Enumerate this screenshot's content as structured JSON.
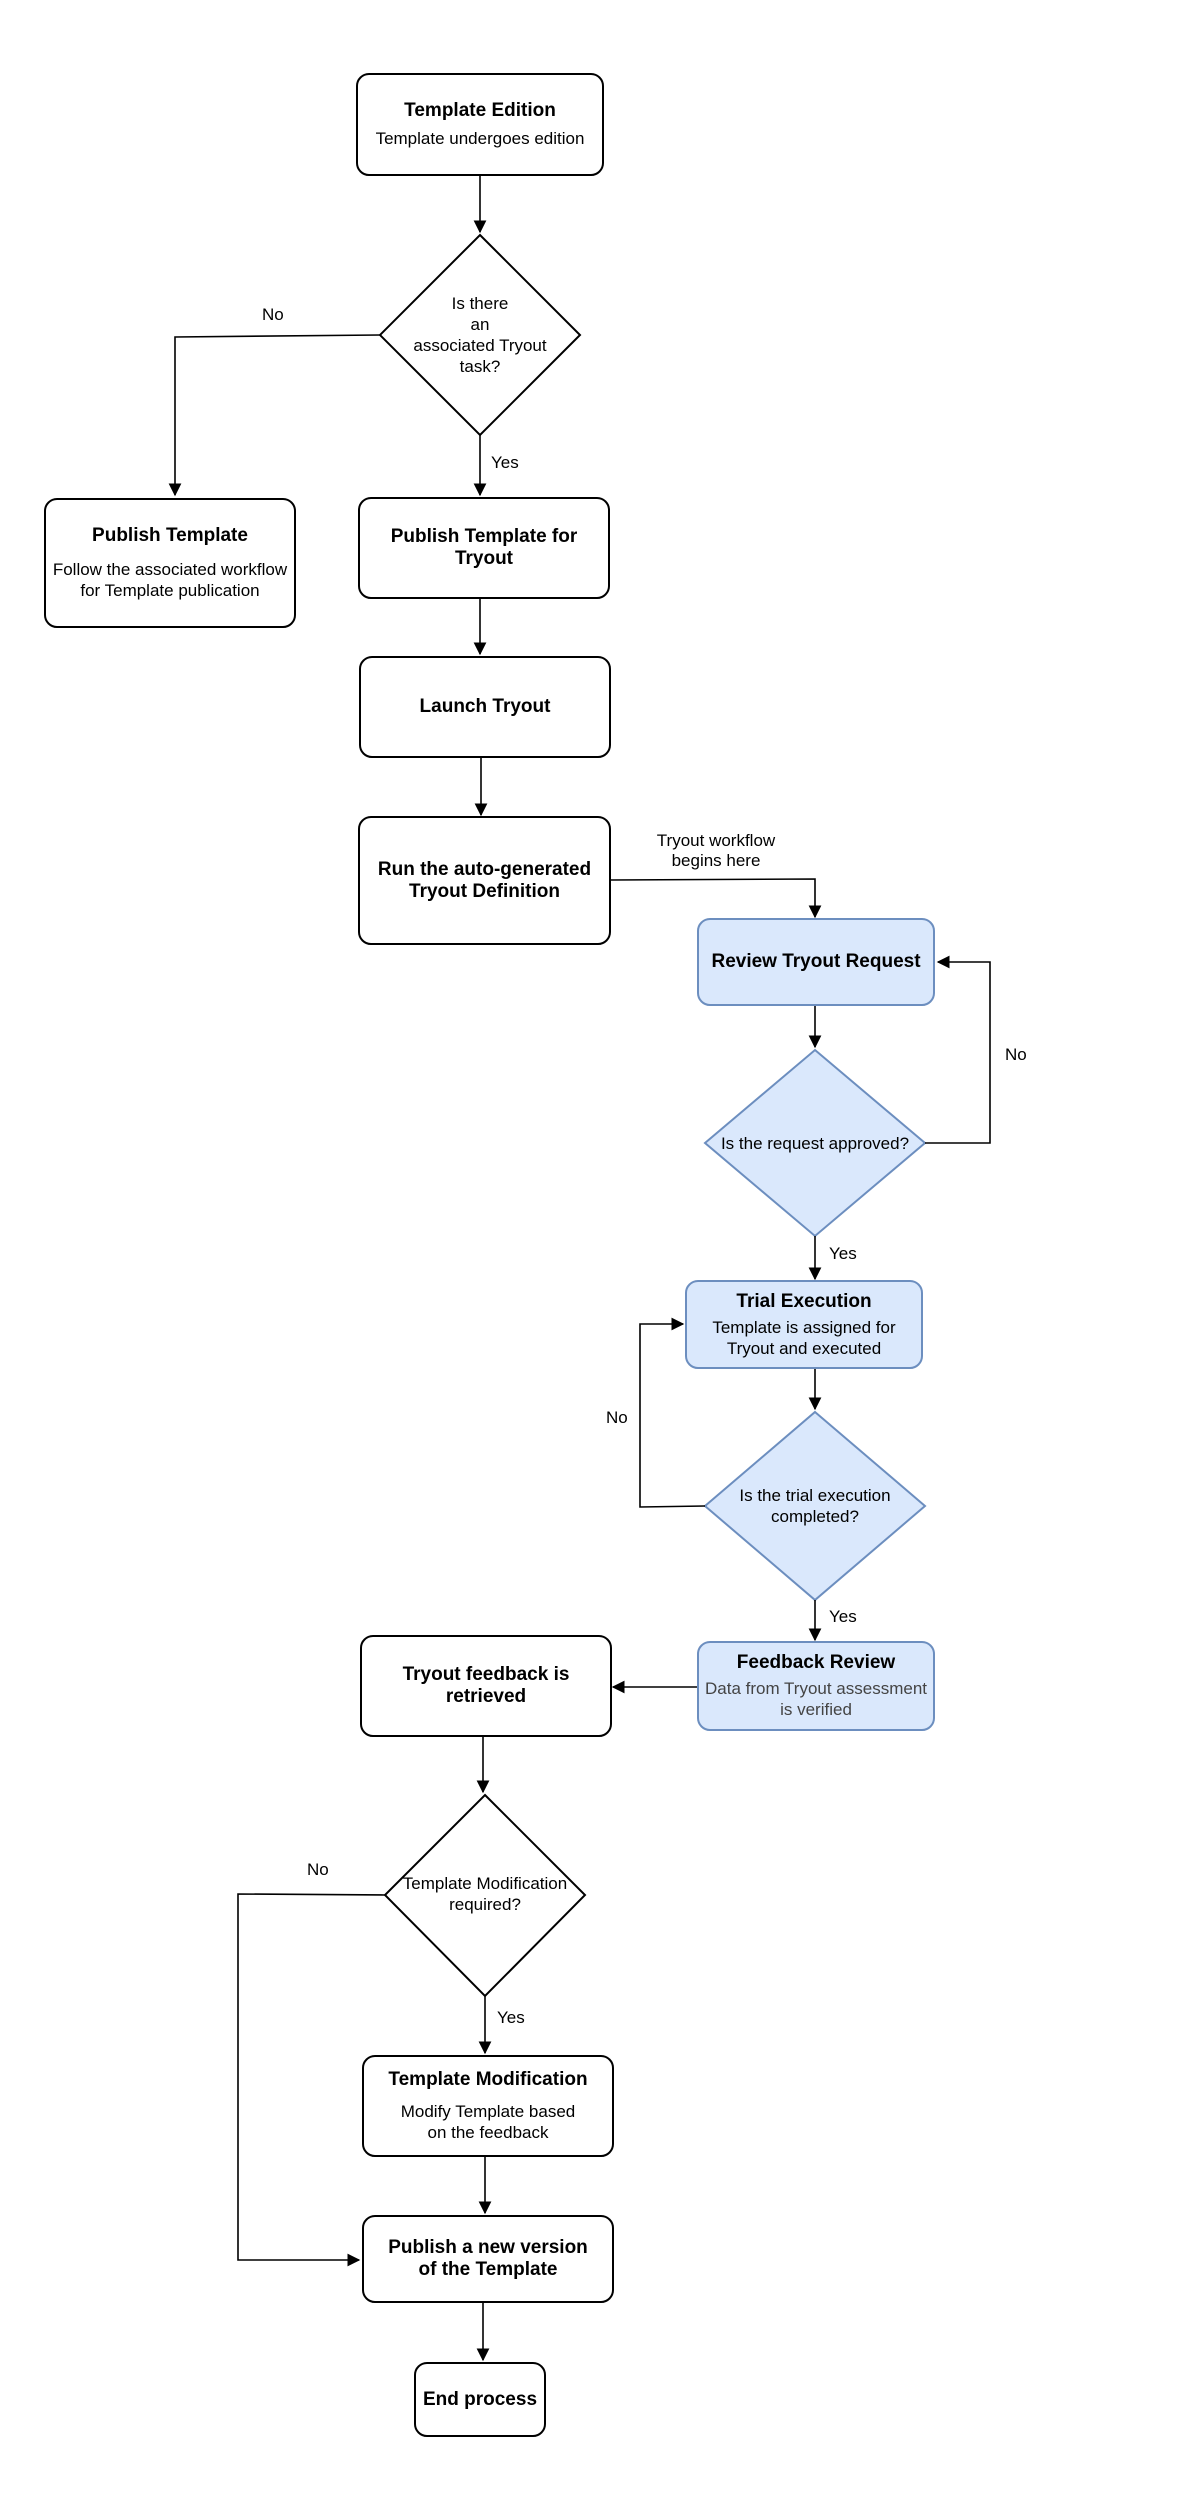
{
  "colors": {
    "stroke": "#000000",
    "fill": "#ffffff",
    "blue_fill": "#dae8fc",
    "blue_stroke": "#6c8ebf"
  },
  "nodes": {
    "template_edition": {
      "title": "Template Edition",
      "subtitle": "Template undergoes edition"
    },
    "tryout_decision": {
      "text": "Is  there\nan\nassociated Tryout\ntask?"
    },
    "publish_template": {
      "title": "Publish Template",
      "subtitle": "Follow the associated workflow\nfor Template publication"
    },
    "publish_for_tryout": {
      "title": "Publish Template for\nTryout"
    },
    "launch_tryout": {
      "title": "Launch Tryout"
    },
    "run_definition": {
      "title": "Run the auto-generated\nTryout Definition"
    },
    "review_request": {
      "title": "Review Tryout Request"
    },
    "approved_decision": {
      "text": "Is the request approved?"
    },
    "trial_execution": {
      "title": "Trial Execution",
      "subtitle": "Template is assigned for\nTryout and executed"
    },
    "completed_decision": {
      "text": "Is the trial execution\ncompleted?"
    },
    "feedback_review": {
      "title": "Feedback Review",
      "subtitle": "Data from Tryout assessment\nis verified"
    },
    "feedback_retrieved": {
      "title": "Tryout feedback is\nretrieved"
    },
    "modification_decision": {
      "text": "Template Modification\nrequired?"
    },
    "template_modification": {
      "title": "Template Modification",
      "subtitle": "Modify Template based\non the feedback"
    },
    "publish_new_version": {
      "title": "Publish a new version\nof the Template"
    },
    "end_process": {
      "title": "End process"
    }
  },
  "edge_labels": {
    "no_1": "No",
    "yes_1": "Yes",
    "workflow_begins": "Tryout workflow\nbegins here",
    "no_2": "No",
    "yes_2": "Yes",
    "no_3": "No",
    "yes_3": "Yes",
    "no_4": "No",
    "yes_4": "Yes"
  }
}
